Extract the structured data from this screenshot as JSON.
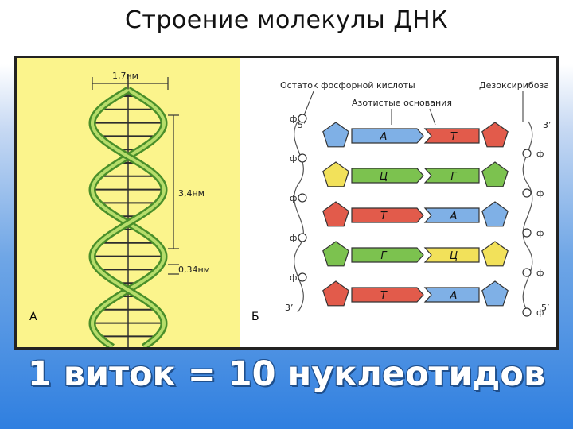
{
  "title": "Строение молекулы ДНК",
  "panel_a": {
    "label": "А",
    "width_label": "1,7нм",
    "pitch_label": "3,4нм",
    "step_label": "0,34нм"
  },
  "panel_b": {
    "label": "Б",
    "phosphate_label": "Остаток фосфорной кислоты",
    "sugar_label": "Дезоксирибоза",
    "bases_label": "Азотистые основания",
    "phosphate_symbol": "ф",
    "end_5": "5’",
    "end_3": "3’",
    "pairs": [
      {
        "left": "А",
        "right": "Т",
        "left_color": "#7fb0e6",
        "right_color": "#e25b4b"
      },
      {
        "left": "Ц",
        "right": "Г",
        "left_color": "#7cc24f",
        "right_color": "#7cc24f"
      },
      {
        "left": "Т",
        "right": "А",
        "left_color": "#e25b4b",
        "right_color": "#7fb0e6"
      },
      {
        "left": "Г",
        "right": "Ц",
        "left_color": "#7cc24f",
        "right_color": "#f2e15a"
      },
      {
        "left": "Т",
        "right": "А",
        "left_color": "#e25b4b",
        "right_color": "#7fb0e6"
      }
    ],
    "left_sugar_colors": [
      "#7fb0e6",
      "#f2e15a",
      "#e25b4b",
      "#7cc24f",
      "#e25b4b"
    ],
    "right_sugar_colors": [
      "#e25b4b",
      "#7cc24f",
      "#7fb0e6",
      "#f2e15a",
      "#7fb0e6"
    ]
  },
  "caption": "1 виток = 10 нуклеотидов"
}
